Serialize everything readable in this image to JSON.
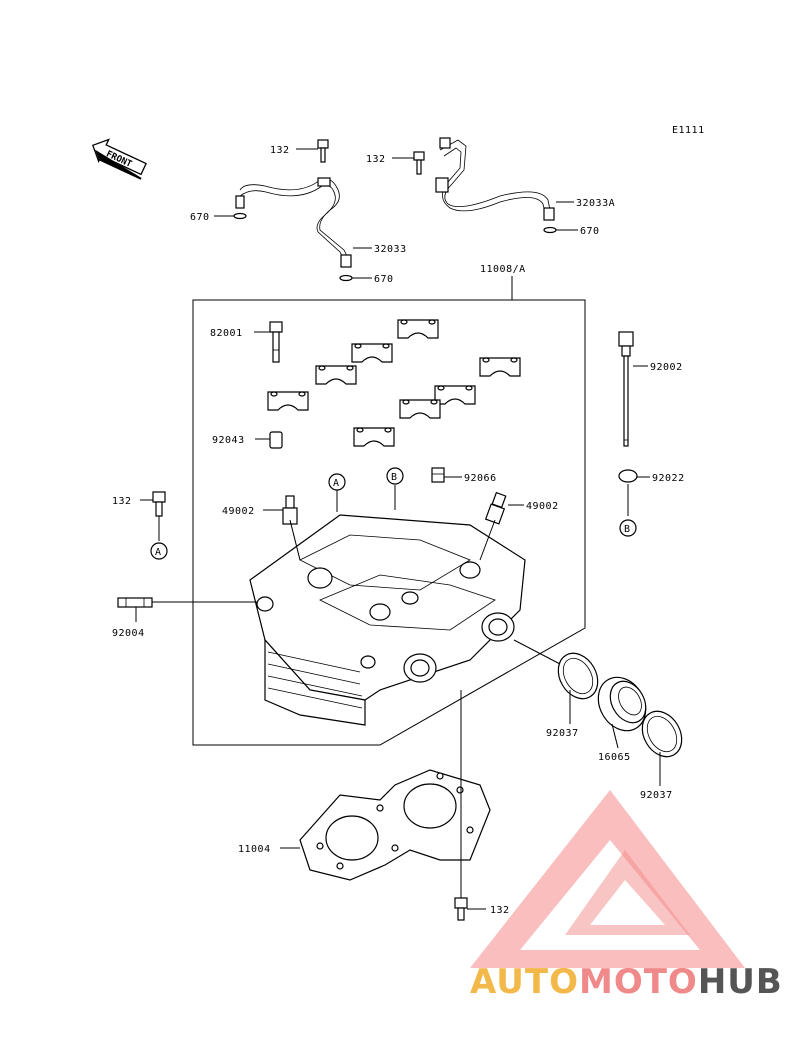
{
  "diagram_code": "E1111",
  "front_arrow_text": "FRONT",
  "callouts": {
    "p132_top_left": "132",
    "p132_top_right": "132",
    "p670_left": "670",
    "p670_mid": "670",
    "p670_right": "670",
    "p32033": "32033",
    "p32033a": "32033A",
    "p11008": "11008/A",
    "p82001": "82001",
    "p92043": "92043",
    "p92002": "92002",
    "p92022": "92022",
    "p92066": "92066",
    "p49002_left": "49002",
    "p49002_right": "49002",
    "p132_left": "132",
    "p92004": "92004",
    "p92037_left": "92037",
    "p16065": "16065",
    "p92037_right": "92037",
    "p11004": "11004",
    "p132_bottom": "132"
  },
  "markers": {
    "a_left": "A",
    "a_top": "A",
    "b_top": "B",
    "b_right": "B"
  },
  "watermark": {
    "part1": "AUTO",
    "part2": "MOTO",
    "part3": "HUB",
    "color1": "#f2b84a",
    "color2": "#f08a8a",
    "color3": "#555555"
  }
}
